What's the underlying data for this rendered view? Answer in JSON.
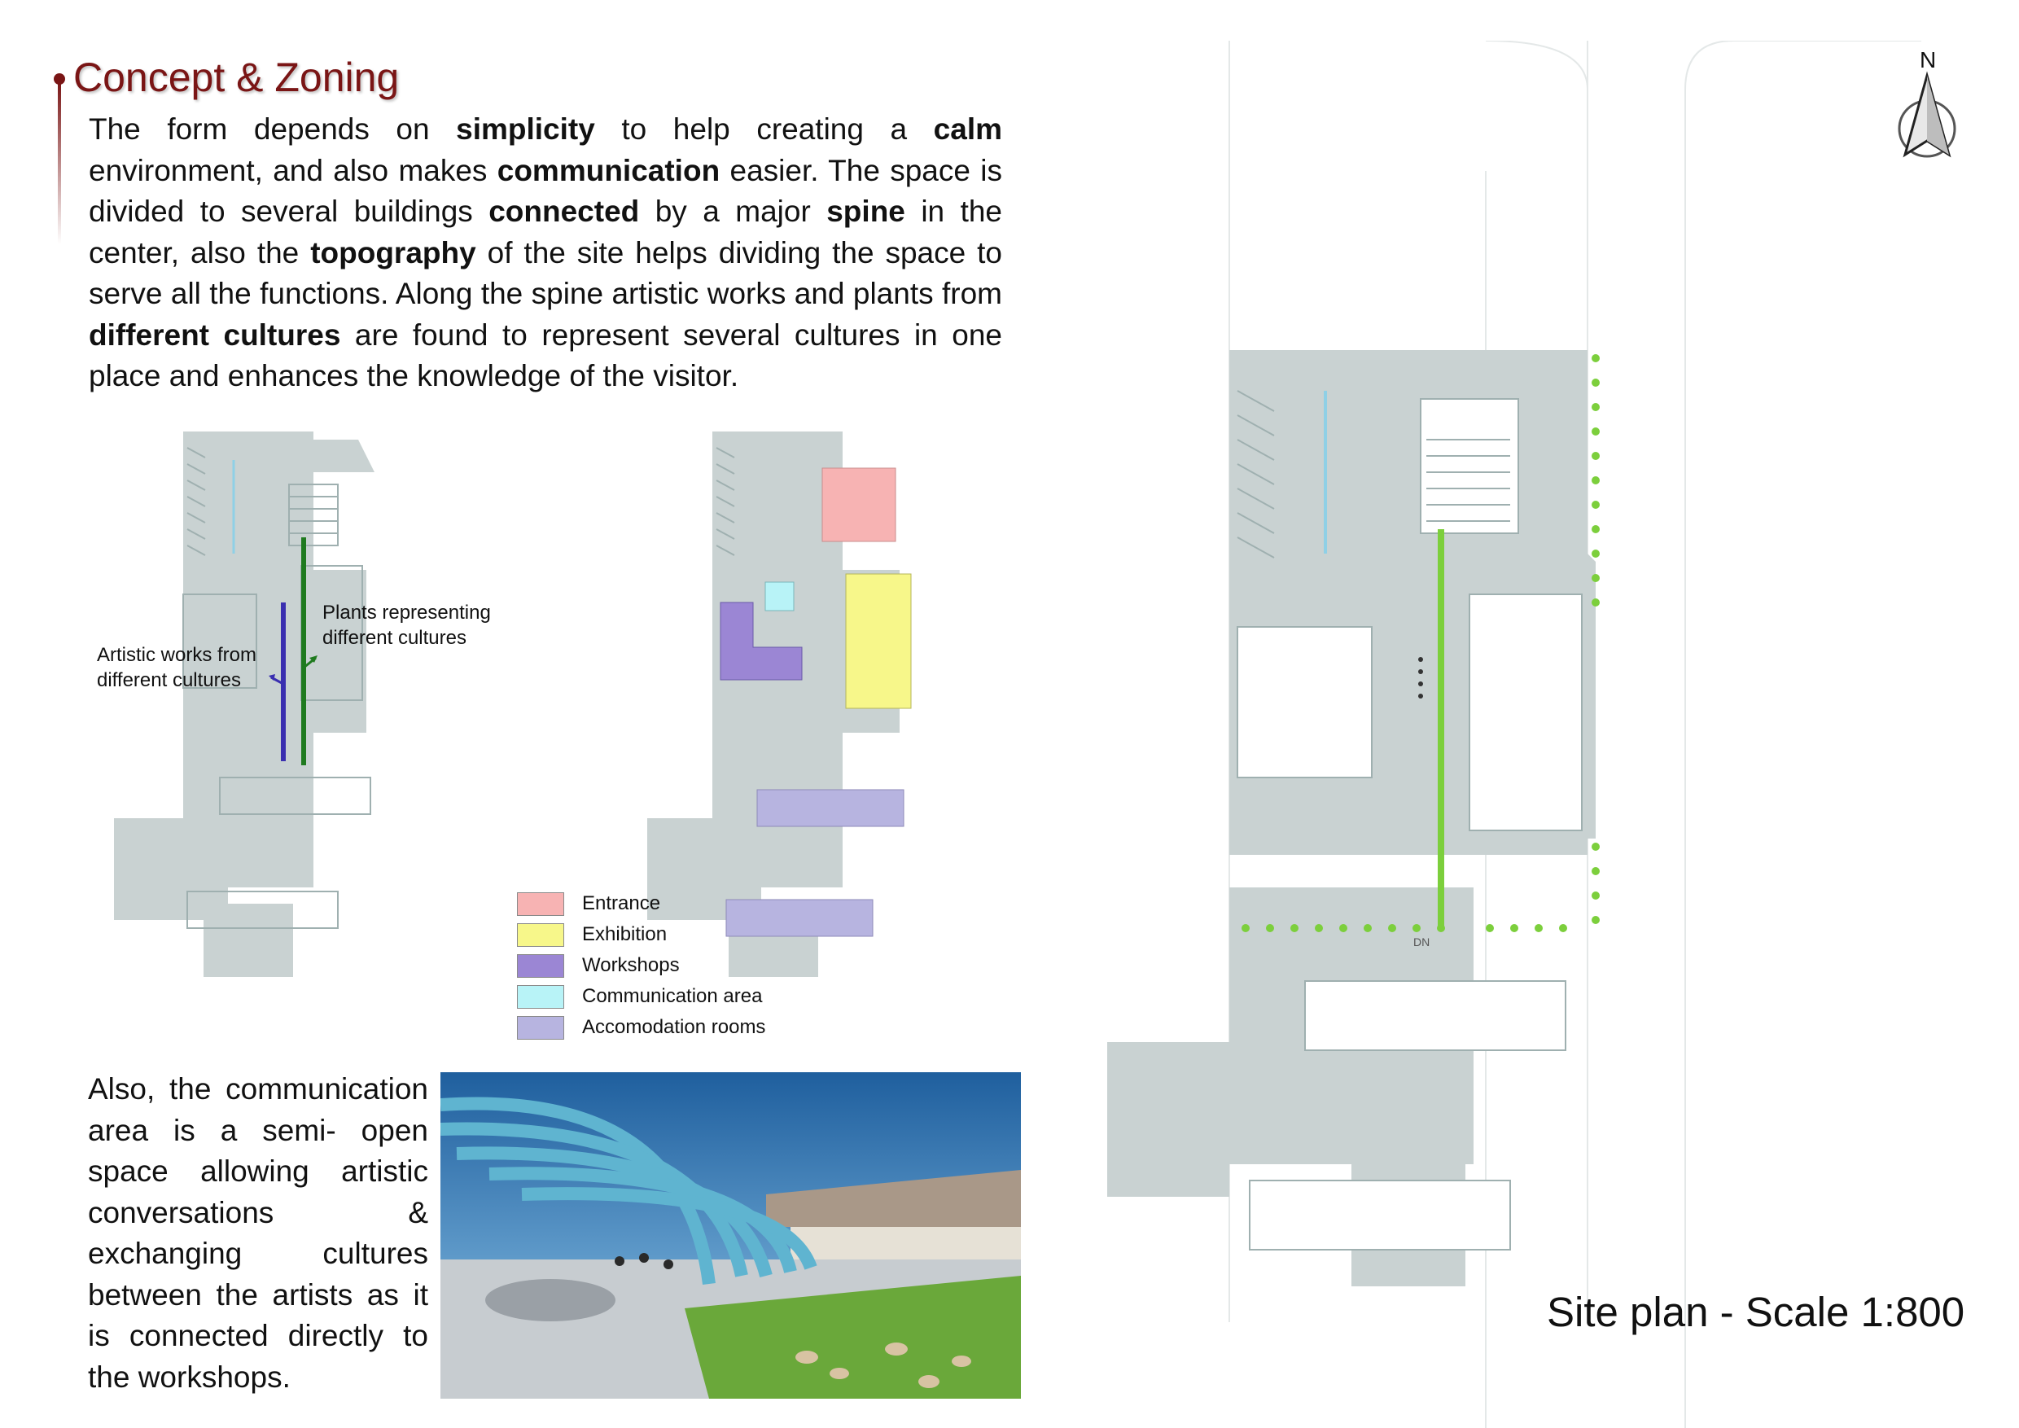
{
  "heading": {
    "title": "Concept & Zoning"
  },
  "intro": {
    "segments": [
      {
        "t": "The form depends on ",
        "b": false
      },
      {
        "t": "simplicity",
        "b": true
      },
      {
        "t": " to help creating a ",
        "b": false
      },
      {
        "t": "calm",
        "b": true
      },
      {
        "t": " environment, and also makes ",
        "b": false
      },
      {
        "t": "communication",
        "b": true
      },
      {
        "t": " easier. The space is divided to several buildings ",
        "b": false
      },
      {
        "t": "connected",
        "b": true
      },
      {
        "t": " by a major ",
        "b": false
      },
      {
        "t": "spine",
        "b": true
      },
      {
        "t": " in the center, also the ",
        "b": false
      },
      {
        "t": "topography",
        "b": true
      },
      {
        "t": " of the site helps dividing the space to serve all the functions. Along the spine artistic works and plants from ",
        "b": false
      },
      {
        "t": "different cultures",
        "b": true
      },
      {
        "t": " are found to represent several cultures in one place and enhances the knowledge of the visitor.",
        "b": false
      }
    ]
  },
  "concept_diagram": {
    "label_plants": [
      "Plants representing",
      "different cultures"
    ],
    "label_art": [
      "Artistic works from",
      "different cultures"
    ]
  },
  "legend": {
    "items": [
      {
        "label": "Entrance",
        "color": "#f7b3b3"
      },
      {
        "label": "Exhibition",
        "color": "#f7f78a"
      },
      {
        "label": "Workshops",
        "color": "#9b86d4"
      },
      {
        "label": "Communication area",
        "color": "#b8f3f7"
      },
      {
        "label": "Accomodation rooms",
        "color": "#b7b4e0"
      }
    ]
  },
  "communication_text": "Also, the communication area is a semi- open space allowing artistic conversations & exchanging cultures between the artists as it is connected directly to the workshops.",
  "site_plan": {
    "scale_label": "Site plan - Scale 1:800",
    "north_label": "N",
    "stair_label": "DN"
  },
  "colors": {
    "accent": "#7a1515",
    "shadow": "#c9d2d2",
    "spine_blue": "#3a2fb0",
    "spine_green": "#1f7a1f",
    "plants": "#7ccf3c"
  }
}
